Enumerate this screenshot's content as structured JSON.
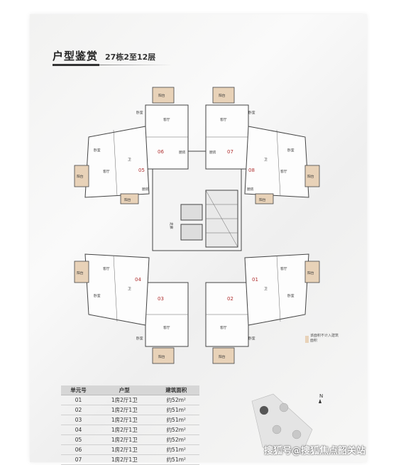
{
  "header": {
    "title": "户型鉴赏",
    "subtitle": "27栋2至12层"
  },
  "units": {
    "u01": "01",
    "u02": "02",
    "u03": "03",
    "u04": "04",
    "u05": "05",
    "u06": "06",
    "u07": "07",
    "u08": "08"
  },
  "rooms": {
    "bedroom": "卧室",
    "living": "客厅",
    "balcony": "阳台",
    "kitchen": "厨房",
    "corridor": "走廊",
    "wc": "卫"
  },
  "legend": {
    "text": "该面积不计入建筑面积"
  },
  "table": {
    "headers": [
      "单元号",
      "户型",
      "建筑面积"
    ],
    "rows": [
      [
        "01",
        "1房2厅1卫",
        "约52m²"
      ],
      [
        "02",
        "1房2厅1卫",
        "约51m²"
      ],
      [
        "03",
        "1房2厅1卫",
        "约51m²"
      ],
      [
        "04",
        "1房2厅1卫",
        "约52m²"
      ],
      [
        "05",
        "1房2厅1卫",
        "约52m²"
      ],
      [
        "06",
        "1房2厅1卫",
        "约51m²"
      ],
      [
        "07",
        "1房2厅1卫",
        "约51m²"
      ]
    ]
  },
  "siteplan": {
    "north": "N"
  },
  "watermark": "搜狐号@搜狐焦点韶关站",
  "colors": {
    "accent_unit_label": "#b03030",
    "balcony_fill": "#e8d2b8",
    "wall": "#444444"
  }
}
